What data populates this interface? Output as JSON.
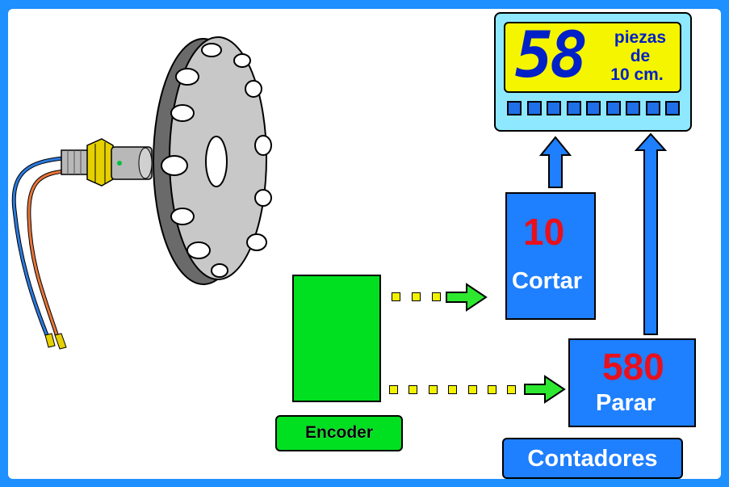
{
  "display": {
    "count": "58",
    "unit_line1": "piezas",
    "unit_line2": "de",
    "unit_line3": "10 cm.",
    "led_count": 9
  },
  "counter_cut": {
    "value": "10",
    "label": "Cortar"
  },
  "counter_stop": {
    "value": "580",
    "label": "Parar"
  },
  "encoder": {
    "label": "Encoder"
  },
  "counters_label": "Contadores",
  "colors": {
    "frame": "#1e90ff",
    "counter_box": "#1e7fff",
    "encoder_box": "#00e020",
    "lcd_screen": "#f5f500",
    "lcd_digits": "#0020c8",
    "lcd_body": "#8ee8ff",
    "count_value": "#e8101c",
    "pulse_dot": "#f2f200"
  }
}
